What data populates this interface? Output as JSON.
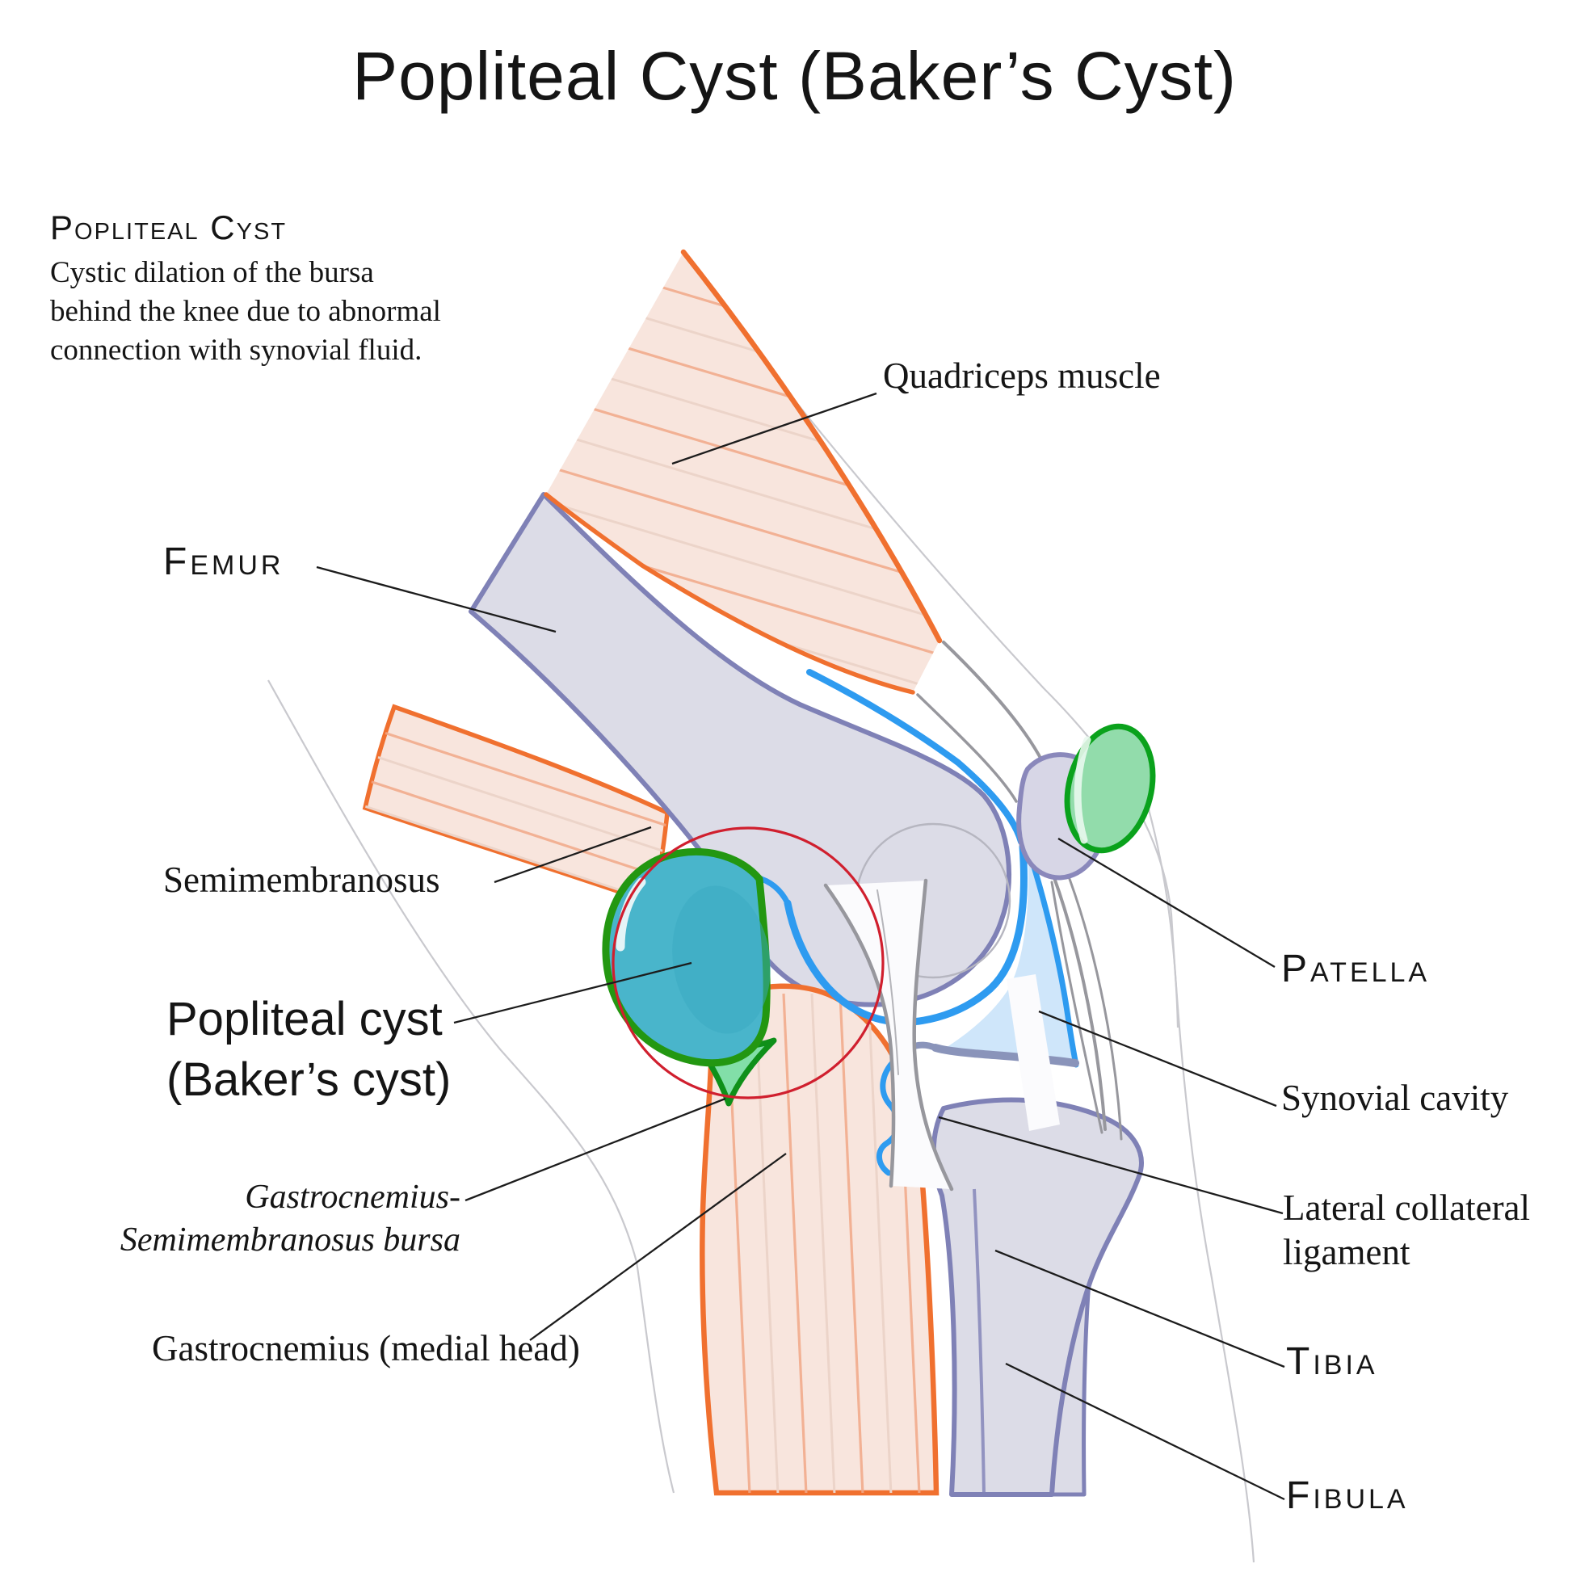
{
  "title": "Popliteal Cyst (Baker’s Cyst)",
  "info_box": {
    "heading": "Popliteal Cyst",
    "line1": "Cystic dilation of the bursa",
    "line2": "behind the knee due to abnormal",
    "line3": "connection with synovial fluid."
  },
  "labels": {
    "quadriceps": "Quadriceps muscle",
    "femur": "Femur",
    "semimembranosus": "Semimembranosus",
    "popliteal_cyst_line1": "Popliteal cyst",
    "popliteal_cyst_line2": "(Baker’s cyst)",
    "bursa_line1": "Gastrocnemius-",
    "bursa_line2": "Semimembranosus bursa",
    "gastrocnemius": "Gastrocnemius (medial head)",
    "patella": "Patella",
    "synovial_cavity": "Synovial cavity",
    "lcl_line1": "Lateral collateral",
    "lcl_line2": "ligament",
    "tibia": "Tibia",
    "fibula": "Fibula"
  },
  "colors": {
    "muscle_outline": "#f0702f",
    "muscle_fill": "#f8e5dd",
    "fiber_strong": "#f1a888",
    "fiber_soft": "#ecd4c9",
    "bone_fill": "#dcdce7",
    "bone_outline": "#7f81b6",
    "synovial_blue": "#2e9bf0",
    "synovial_fill": "#cfe6fa",
    "meniscus": "#8a94ba",
    "cyst_fill": "#49b5cb",
    "cyst_outline": "#239711",
    "bursa_fill": "#82dfa8",
    "bursa_outline": "#0f9019",
    "prepatellar_fill": "#92dcab",
    "prepatellar_outline": "#0aa21c",
    "highlight_circle": "#d01f2e",
    "leader_line": "#1c1c1c",
    "text": "#151515",
    "skin_line": "#c9c9ce",
    "tendon_gray": "#97979d"
  }
}
